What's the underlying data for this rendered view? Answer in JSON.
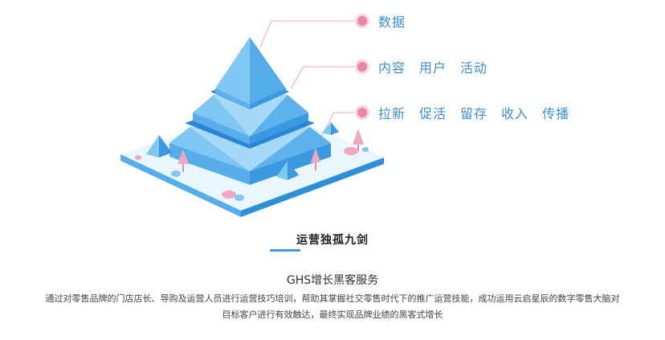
{
  "pyramid": {
    "levels": [
      {
        "items": [
          "数据"
        ]
      },
      {
        "items": [
          "内容",
          "用户",
          "活动"
        ]
      },
      {
        "items": [
          "拉新",
          "促活",
          "留存",
          "收入",
          "传播"
        ]
      }
    ]
  },
  "section": {
    "title": "运营独孤九剑",
    "service_title": "GHS增长黑客服务",
    "description_line1": "通过对零售品牌的门店店长、导购及运营人员进行运营技巧培训，帮助其掌握社交零售时代下的推广运营技能，成功运用云启星辰的数字零售大脑对",
    "description_line2": "目标客户进行有效触达，最终实现品牌业绩的黑客式增长"
  },
  "colors": {
    "accent_blue": "#3a8fd6",
    "accent_pink": "#ec86a3",
    "underline": "#3c9be6"
  }
}
